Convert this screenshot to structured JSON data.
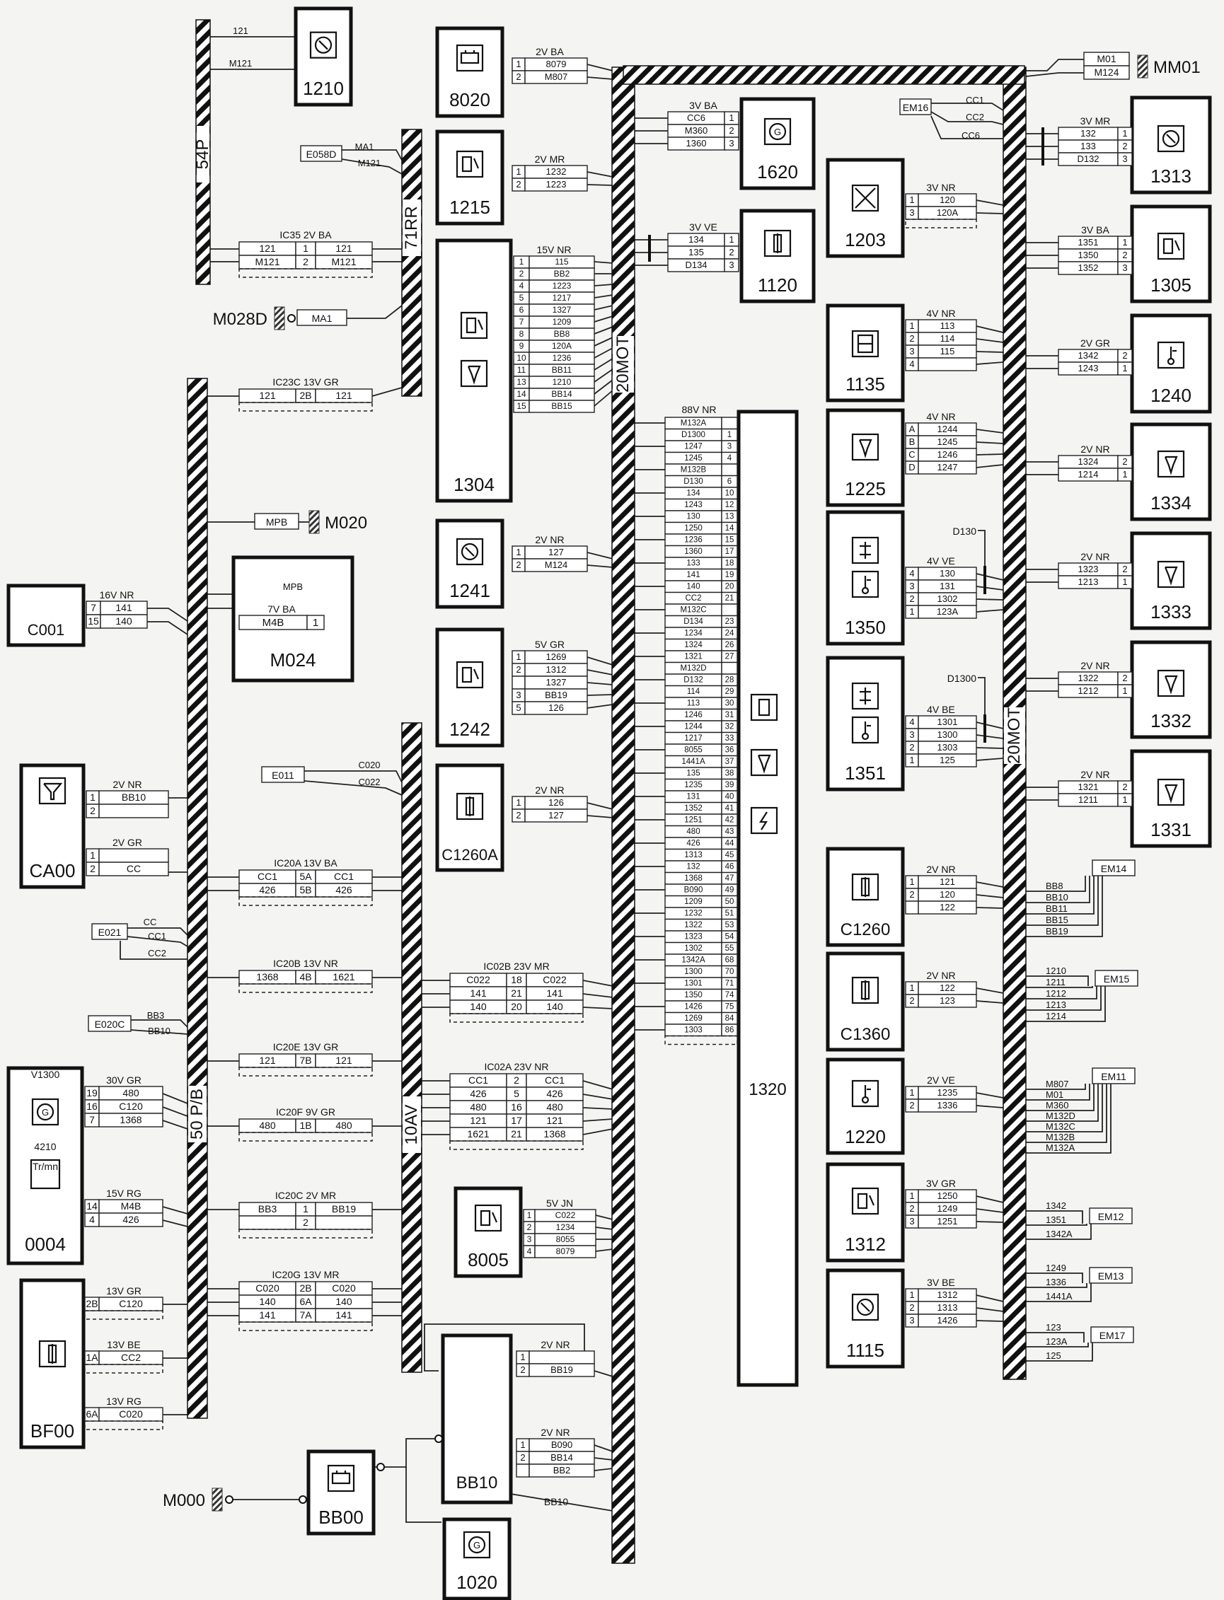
{
  "harnesses": [
    "54P",
    "71RR",
    "50 P/B",
    "10AV",
    "20MOT",
    "20MOT"
  ],
  "grounds": [
    "M028D",
    "M020",
    "M000",
    "MM01"
  ],
  "components": {
    "c1210": "1210",
    "c8020": "8020",
    "c1215": "1215",
    "c1304": "1304",
    "c1241": "1241",
    "c1242": "1242",
    "c1260a": "C1260A",
    "c8005": "8005",
    "cbb10": "BB10",
    "cbb00": "BB00",
    "c1020": "1020",
    "c1620": "1620",
    "c1120": "1120",
    "c1320": "1320",
    "c1203": "1203",
    "c1135": "1135",
    "c1225": "1225",
    "c1350": "1350",
    "c1351": "1351",
    "cc1260": "C1260",
    "cc1360": "C1360",
    "c1220": "1220",
    "c1312": "1312",
    "c1115": "1115",
    "c1313": "1313",
    "c1305": "1305",
    "c1240": "1240",
    "c1334": "1334",
    "c1333": "1333",
    "c1332": "1332",
    "c1331": "1331",
    "cc001": "C001",
    "cm024": "M024",
    "cca00": "CA00",
    "c0004": "0004",
    "cbf00": "BF00"
  },
  "connector_labels": {
    "e058d": "E058D",
    "e011": "E011",
    "e021": "E021",
    "e020c": "E020C",
    "em16": "EM16",
    "em14": "EM14",
    "em15": "EM15",
    "em11": "EM11",
    "em12": "EM12",
    "em13": "EM13",
    "em17": "EM17"
  },
  "panel_0004": {
    "top": "V1300",
    "mid": "4210",
    "unit": "Tr/mn"
  },
  "left_wires": {
    "w1210": [
      "121",
      "M121"
    ],
    "e058d": [
      "MA1",
      "M121"
    ],
    "m028d": "MA1",
    "m020": "MPB",
    "m024_top": "MPB",
    "e011": [
      "C020",
      "C022"
    ],
    "e021": [
      "CC",
      "CC1",
      "CC2"
    ],
    "e020c": [
      "BB3",
      "BB10"
    ]
  },
  "inter_connectors": {
    "ic35": {
      "h": "IC35  2V  BA",
      "rows": [
        [
          "121",
          "1",
          "121"
        ],
        [
          "M121",
          "2",
          "M121"
        ]
      ]
    },
    "ic23c": {
      "h": "IC23C  13V  GR",
      "rows": [
        [
          "121",
          "2B",
          "121"
        ]
      ]
    },
    "ic20a": {
      "h": "IC20A  13V  BA",
      "rows": [
        [
          "CC1",
          "5A",
          "CC1"
        ],
        [
          "426",
          "5B",
          "426"
        ]
      ]
    },
    "ic20b": {
      "h": "IC20B  13V  NR",
      "rows": [
        [
          "1368",
          "4B",
          "1621"
        ]
      ]
    },
    "ic20e": {
      "h": "IC20E  13V  GR",
      "rows": [
        [
          "121",
          "7B",
          "121"
        ]
      ]
    },
    "ic20f": {
      "h": "IC20F  9V  GR",
      "rows": [
        [
          "480",
          "1B",
          "480"
        ]
      ]
    },
    "ic20c": {
      "h": "IC20C  2V  MR",
      "rows": [
        [
          "BB3",
          "1",
          "BB19"
        ],
        [
          "",
          "2",
          ""
        ]
      ]
    },
    "ic20g": {
      "h": "IC20G  13V  MR",
      "rows": [
        [
          "C020",
          "2B",
          "C020"
        ],
        [
          "140",
          "6A",
          "140"
        ],
        [
          "141",
          "7A",
          "141"
        ]
      ]
    },
    "ic02b": {
      "h": "IC02B  23V  MR",
      "rows": [
        [
          "C022",
          "18",
          "C022"
        ],
        [
          "141",
          "21",
          "141"
        ],
        [
          "140",
          "20",
          "140"
        ]
      ]
    },
    "ic02a": {
      "h": "IC02A  23V  NR",
      "rows": [
        [
          "CC1",
          "2",
          "CC1"
        ],
        [
          "426",
          "5",
          "426"
        ],
        [
          "480",
          "16",
          "480"
        ],
        [
          "121",
          "17",
          "121"
        ],
        [
          "1621",
          "21",
          "1368"
        ]
      ]
    }
  },
  "plugs": {
    "c001": {
      "h": "16V  NR",
      "rows": [
        [
          "7",
          "141"
        ],
        [
          "15",
          "140"
        ]
      ]
    },
    "m024": {
      "h": "7V  BA",
      "rows": [
        [
          "M4B",
          "1"
        ]
      ]
    },
    "ca00a": {
      "h": "2V  NR",
      "rows": [
        [
          "1",
          "BB10"
        ],
        [
          "2",
          ""
        ]
      ]
    },
    "ca00b": {
      "h": "2V  GR",
      "rows": [
        [
          "1",
          ""
        ],
        [
          "2",
          "CC"
        ]
      ]
    },
    "p0004a": {
      "h": "30V  GR",
      "rows": [
        [
          "19",
          "480"
        ],
        [
          "16",
          "C120"
        ],
        [
          "7",
          "1368"
        ]
      ]
    },
    "p0004b": {
      "h": "15V  RG",
      "rows": [
        [
          "14",
          "M4B"
        ],
        [
          "4",
          "426"
        ]
      ]
    },
    "bf00a": {
      "h": "13V  GR",
      "rows": [
        [
          "2B",
          "C120"
        ]
      ]
    },
    "bf00b": {
      "h": "13V  BE",
      "rows": [
        [
          "1A",
          "CC2"
        ]
      ]
    },
    "bf00c": {
      "h": "13V  RG",
      "rows": [
        [
          "6A",
          "C020"
        ]
      ]
    },
    "p8020": {
      "h": "2V  BA",
      "rows": [
        [
          "1",
          "8079"
        ],
        [
          "2",
          "M807"
        ]
      ]
    },
    "p1215": {
      "h": "2V  MR",
      "rows": [
        [
          "1",
          "1232"
        ],
        [
          "2",
          "1223"
        ]
      ]
    },
    "p1304": {
      "h": "15V  NR",
      "rows": [
        [
          "1",
          "115"
        ],
        [
          "2",
          "BB2"
        ],
        [
          "4",
          "1223"
        ],
        [
          "5",
          "1217"
        ],
        [
          "6",
          "1327"
        ],
        [
          "7",
          "1209"
        ],
        [
          "8",
          "BB8"
        ],
        [
          "9",
          "120A"
        ],
        [
          "10",
          "1236"
        ],
        [
          "11",
          "BB11"
        ],
        [
          "13",
          "1210"
        ],
        [
          "14",
          "BB14"
        ],
        [
          "15",
          "BB15"
        ]
      ]
    },
    "p1241": {
      "h": "2V  NR",
      "rows": [
        [
          "1",
          "127"
        ],
        [
          "2",
          "M124"
        ]
      ]
    },
    "p1242": {
      "h": "5V  GR",
      "rows": [
        [
          "1",
          "1269"
        ],
        [
          "2",
          "1312"
        ],
        [
          "",
          "1327"
        ],
        [
          "3",
          "BB19"
        ],
        [
          "5",
          "126"
        ]
      ]
    },
    "p1260a": {
      "h": "2V  NR",
      "rows": [
        [
          "1",
          "126"
        ],
        [
          "2",
          "127"
        ]
      ]
    },
    "p8005": {
      "h": "5V  JN",
      "rows": [
        [
          "1",
          "C022"
        ],
        [
          "2",
          "1234"
        ],
        [
          "3",
          "8055"
        ],
        [
          "4",
          "8079"
        ]
      ]
    },
    "pbb10a": {
      "h": "2V  NR",
      "rows": [
        [
          "1",
          ""
        ],
        [
          "2",
          "BB19"
        ]
      ]
    },
    "pbb10b": {
      "h": "2V  NR",
      "rows": [
        [
          "1",
          "B090"
        ],
        [
          "2",
          "BB14"
        ],
        [
          "",
          "BB2"
        ]
      ]
    },
    "bb10_lone": "BB10",
    "p1620": {
      "h": "3V  BA",
      "rows": [
        [
          "CC6",
          "1"
        ],
        [
          "M360",
          "2"
        ],
        [
          "1360",
          "3"
        ]
      ]
    },
    "p1120": {
      "h": "3V  VE",
      "rows": [
        [
          "134",
          "1"
        ],
        [
          "135",
          "2"
        ],
        [
          "D134",
          "3"
        ]
      ]
    },
    "p1203": {
      "h": "3V  NR",
      "rows": [
        [
          "1",
          "120"
        ],
        [
          "3",
          "120A"
        ]
      ]
    },
    "p1135": {
      "h": "4V  NR",
      "rows": [
        [
          "1",
          "113"
        ],
        [
          "2",
          "114"
        ],
        [
          "3",
          "115"
        ],
        [
          "4",
          ""
        ]
      ]
    },
    "p1225": {
      "h": "4V  NR",
      "rows": [
        [
          "A",
          "1244"
        ],
        [
          "B",
          "1245"
        ],
        [
          "C",
          "1246"
        ],
        [
          "D",
          "1247"
        ]
      ]
    },
    "p1350": {
      "h": "4V  VE",
      "rows": [
        [
          "4",
          "130"
        ],
        [
          "3",
          "131"
        ],
        [
          "2",
          "1302"
        ],
        [
          "1",
          "123A"
        ]
      ],
      "lead": "D130"
    },
    "p1351": {
      "h": "4V  BE",
      "rows": [
        [
          "4",
          "1301"
        ],
        [
          "3",
          "1300"
        ],
        [
          "2",
          "1303"
        ],
        [
          "1",
          "125"
        ]
      ],
      "lead": "D1300"
    },
    "pc1260": {
      "h": "2V  NR",
      "rows": [
        [
          "1",
          "121"
        ],
        [
          "2",
          "120"
        ],
        [
          "",
          "122"
        ]
      ]
    },
    "pc1360": {
      "h": "2V  NR",
      "rows": [
        [
          "1",
          "122"
        ],
        [
          "2",
          "123"
        ]
      ]
    },
    "p1220": {
      "h": "2V  VE",
      "rows": [
        [
          "1",
          "1235"
        ],
        [
          "2",
          "1336"
        ]
      ]
    },
    "p1312": {
      "h": "3V  GR",
      "rows": [
        [
          "1",
          "1250"
        ],
        [
          "2",
          "1249"
        ],
        [
          "3",
          "1251"
        ]
      ]
    },
    "p1115": {
      "h": "3V  BE",
      "rows": [
        [
          "1",
          "1312"
        ],
        [
          "2",
          "1313"
        ],
        [
          "3",
          "1426"
        ]
      ]
    },
    "p1313": {
      "h": "3V  MR",
      "rows": [
        [
          "132",
          "1"
        ],
        [
          "133",
          "2"
        ],
        [
          "D132",
          "3"
        ]
      ]
    },
    "p1305": {
      "h": "3V  BA",
      "rows": [
        [
          "1351",
          "1"
        ],
        [
          "1350",
          "2"
        ],
        [
          "1352",
          "3"
        ]
      ]
    },
    "p1240": {
      "h": "2V  GR",
      "rows": [
        [
          "1342",
          "2"
        ],
        [
          "1243",
          "1"
        ]
      ]
    },
    "p1334": {
      "h": "2V  NR",
      "rows": [
        [
          "1324",
          "2"
        ],
        [
          "1214",
          "1"
        ]
      ]
    },
    "p1333": {
      "h": "2V  NR",
      "rows": [
        [
          "1323",
          "2"
        ],
        [
          "1213",
          "1"
        ]
      ]
    },
    "p1332": {
      "h": "2V  NR",
      "rows": [
        [
          "1322",
          "2"
        ],
        [
          "1212",
          "1"
        ]
      ]
    },
    "p1331": {
      "h": "2V  NR",
      "rows": [
        [
          "1321",
          "2"
        ],
        [
          "1211",
          "1"
        ]
      ]
    },
    "pmm01": {
      "rows": [
        [
          "M01"
        ],
        [
          "M124"
        ]
      ]
    }
  },
  "ecu_1320": {
    "h": "88V  NR",
    "rows": [
      [
        "M132A",
        ""
      ],
      [
        "D1300",
        "1"
      ],
      [
        "1247",
        "3"
      ],
      [
        "1245",
        "4"
      ],
      [
        "M132B",
        ""
      ],
      [
        "D130",
        "6"
      ],
      [
        "134",
        "10"
      ],
      [
        "1243",
        "12"
      ],
      [
        "130",
        "13"
      ],
      [
        "1250",
        "14"
      ],
      [
        "1236",
        "15"
      ],
      [
        "1360",
        "17"
      ],
      [
        "133",
        "18"
      ],
      [
        "141",
        "19"
      ],
      [
        "140",
        "20"
      ],
      [
        "CC2",
        "21"
      ],
      [
        "M132C",
        ""
      ],
      [
        "D134",
        "23"
      ],
      [
        "1234",
        "24"
      ],
      [
        "1324",
        "26"
      ],
      [
        "1321",
        "27"
      ],
      [
        "M132D",
        ""
      ],
      [
        "D132",
        "28"
      ],
      [
        "114",
        "29"
      ],
      [
        "113",
        "30"
      ],
      [
        "1246",
        "31"
      ],
      [
        "1244",
        "32"
      ],
      [
        "1217",
        "33"
      ],
      [
        "8055",
        "36"
      ],
      [
        "1441A",
        "37"
      ],
      [
        "135",
        "38"
      ],
      [
        "1235",
        "39"
      ],
      [
        "131",
        "40"
      ],
      [
        "1352",
        "41"
      ],
      [
        "1251",
        "42"
      ],
      [
        "480",
        "43"
      ],
      [
        "426",
        "44"
      ],
      [
        "1313",
        "45"
      ],
      [
        "132",
        "46"
      ],
      [
        "1368",
        "47"
      ],
      [
        "B090",
        "49"
      ],
      [
        "1209",
        "50"
      ],
      [
        "1232",
        "51"
      ],
      [
        "1322",
        "53"
      ],
      [
        "1323",
        "54"
      ],
      [
        "1302",
        "55"
      ],
      [
        "1342A",
        "68"
      ],
      [
        "1300",
        "70"
      ],
      [
        "1301",
        "71"
      ],
      [
        "1350",
        "74"
      ],
      [
        "1426",
        "75"
      ],
      [
        "1269",
        "84"
      ],
      [
        "1303",
        "86"
      ]
    ]
  },
  "em_connectors": {
    "em16": [
      "CC1",
      "CC2",
      "CC6"
    ],
    "em14": [
      "BB8",
      "BB10",
      "BB11",
      "BB15",
      "BB19"
    ],
    "em15": [
      "1210",
      "1211",
      "1212",
      "1213",
      "1214"
    ],
    "em11": [
      "M807",
      "M01",
      "M360",
      "M132D",
      "M132C",
      "M132B",
      "M132A"
    ],
    "em12": [
      "1342",
      "1351",
      "1342A"
    ],
    "em13": [
      "1249",
      "1336",
      "1441A"
    ],
    "em17": [
      "123",
      "123A",
      "125"
    ]
  }
}
